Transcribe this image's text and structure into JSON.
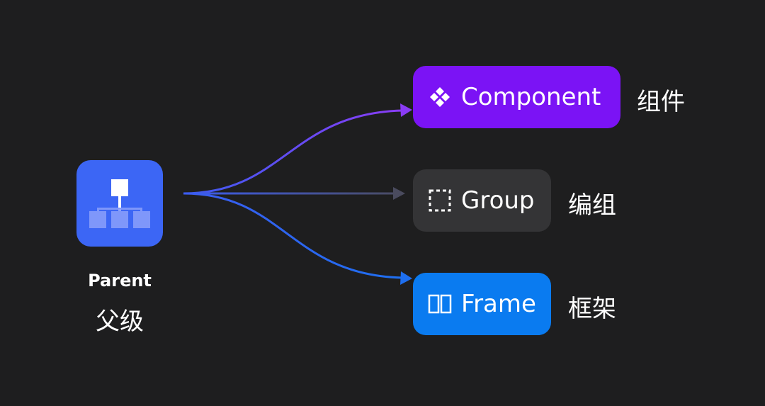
{
  "parent": {
    "name": "Parent",
    "label": "父级",
    "icon": "hierarchy-icon",
    "color": "#3c66f5"
  },
  "children": [
    {
      "name": "Component",
      "label": "组件",
      "icon": "component-icon",
      "color": "#7b13f5",
      "arrow_color": "#8a3cf5"
    },
    {
      "name": "Group",
      "label": "编组",
      "icon": "dashed-box-icon",
      "color": "#343436",
      "arrow_color": "#4a4b5e"
    },
    {
      "name": "Frame",
      "label": "框架",
      "icon": "frame-icon",
      "color": "#0a7bf0",
      "arrow_color": "#1e6ff0"
    }
  ],
  "background": "#1e1e1f"
}
